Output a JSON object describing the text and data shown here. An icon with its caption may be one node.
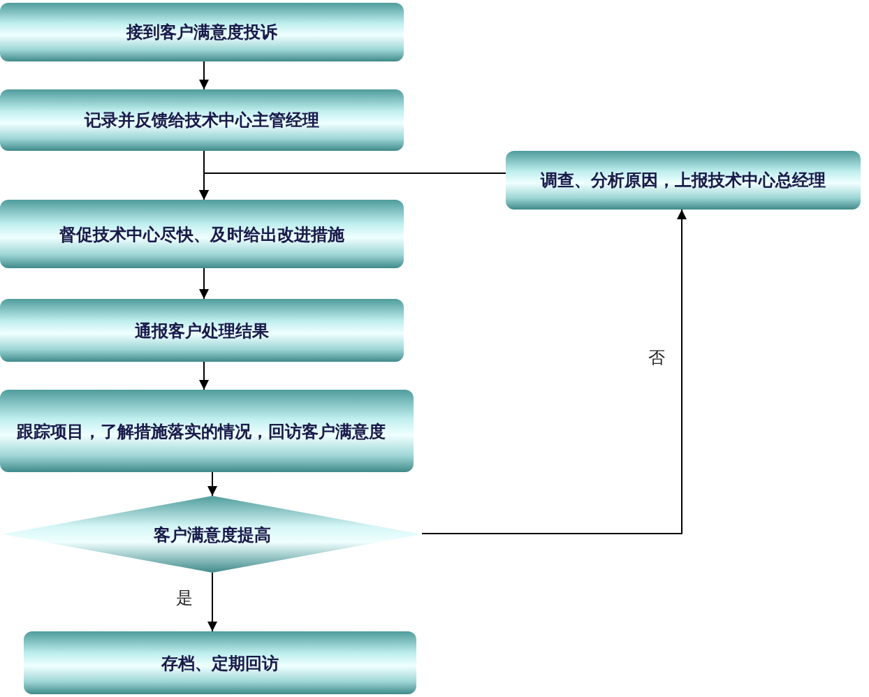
{
  "diagram": {
    "nodes": [
      {
        "text": [
          "接到客户满意度投诉"
        ]
      },
      {
        "text": [
          "记录并反馈给技术中心主管经理"
        ]
      },
      {
        "text": [
          "督促技术中心尽快、及时给出改进措施"
        ]
      },
      {
        "text": [
          "通报客户处理结果"
        ]
      },
      {
        "text": [
          "跟踪项目，了解措施落实的情况，回访客户满意度"
        ]
      },
      {
        "text": [
          "客户满意度提高"
        ]
      },
      {
        "text": [
          "调查、分析原因，上报技术中心总经理"
        ]
      },
      {
        "text": [
          "存档、定期回访"
        ]
      }
    ],
    "edges": [
      {
        "from": 0,
        "to": 1,
        "arrow": "to"
      },
      {
        "from": 1,
        "to": 2,
        "arrow": "to"
      },
      {
        "from": 6,
        "to": 2,
        "arrow": "to"
      },
      {
        "from": 2,
        "to": 3,
        "arrow": "to"
      },
      {
        "from": 3,
        "to": 4,
        "arrow": "to"
      },
      {
        "from": 4,
        "to": 5,
        "arrow": "to"
      },
      {
        "from": 5,
        "to": 6,
        "label": "否",
        "arrow": "to"
      },
      {
        "from": 5,
        "to": 7,
        "label": "是",
        "arrow": "to"
      }
    ]
  }
}
